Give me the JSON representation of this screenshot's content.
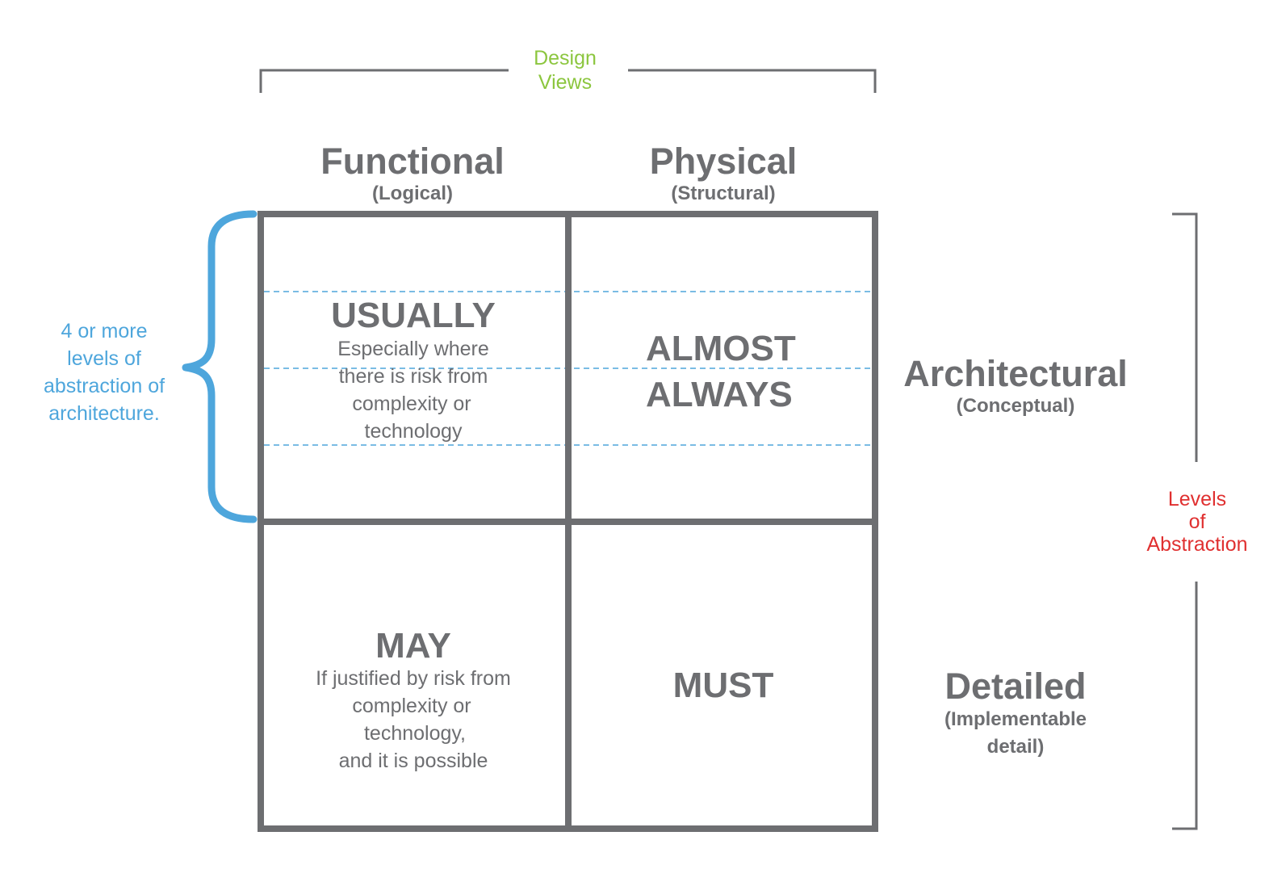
{
  "colors": {
    "grid": "#6d6e71",
    "text": "#6d6e71",
    "design_views": "#8cc63f",
    "architecture_brace": "#4ea6dc",
    "levels_of_abstraction": "#e03030",
    "dashed": "#4ea6dc"
  },
  "design_views": {
    "line1": "Design",
    "line2": "Views"
  },
  "columns": [
    {
      "title": "Functional",
      "subtitle": "(Logical)"
    },
    {
      "title": "Physical",
      "subtitle": "(Structural)"
    }
  ],
  "rows": [
    {
      "title": "Architectural",
      "subtitle_lines": [
        "(Conceptual)"
      ]
    },
    {
      "title": "Detailed",
      "subtitle_lines": [
        "(Implementable",
        "detail)"
      ]
    }
  ],
  "levels_of_abstraction": {
    "lines": [
      "Levels",
      "of",
      "Abstraction"
    ]
  },
  "architecture_note": {
    "lines": [
      "4 or more",
      "levels of",
      "abstraction of",
      "architecture."
    ]
  },
  "cells": {
    "functional_architectural": {
      "heading": "USUALLY",
      "lines": [
        "Especially where",
        "there is risk from",
        "complexity or",
        "technology"
      ]
    },
    "physical_architectural": {
      "heading_lines": [
        "ALMOST",
        "ALWAYS"
      ]
    },
    "functional_detailed": {
      "heading": "MAY",
      "lines": [
        "If justified by risk from",
        "complexity or",
        "technology,",
        "and it is possible"
      ]
    },
    "physical_detailed": {
      "heading": "MUST"
    }
  }
}
